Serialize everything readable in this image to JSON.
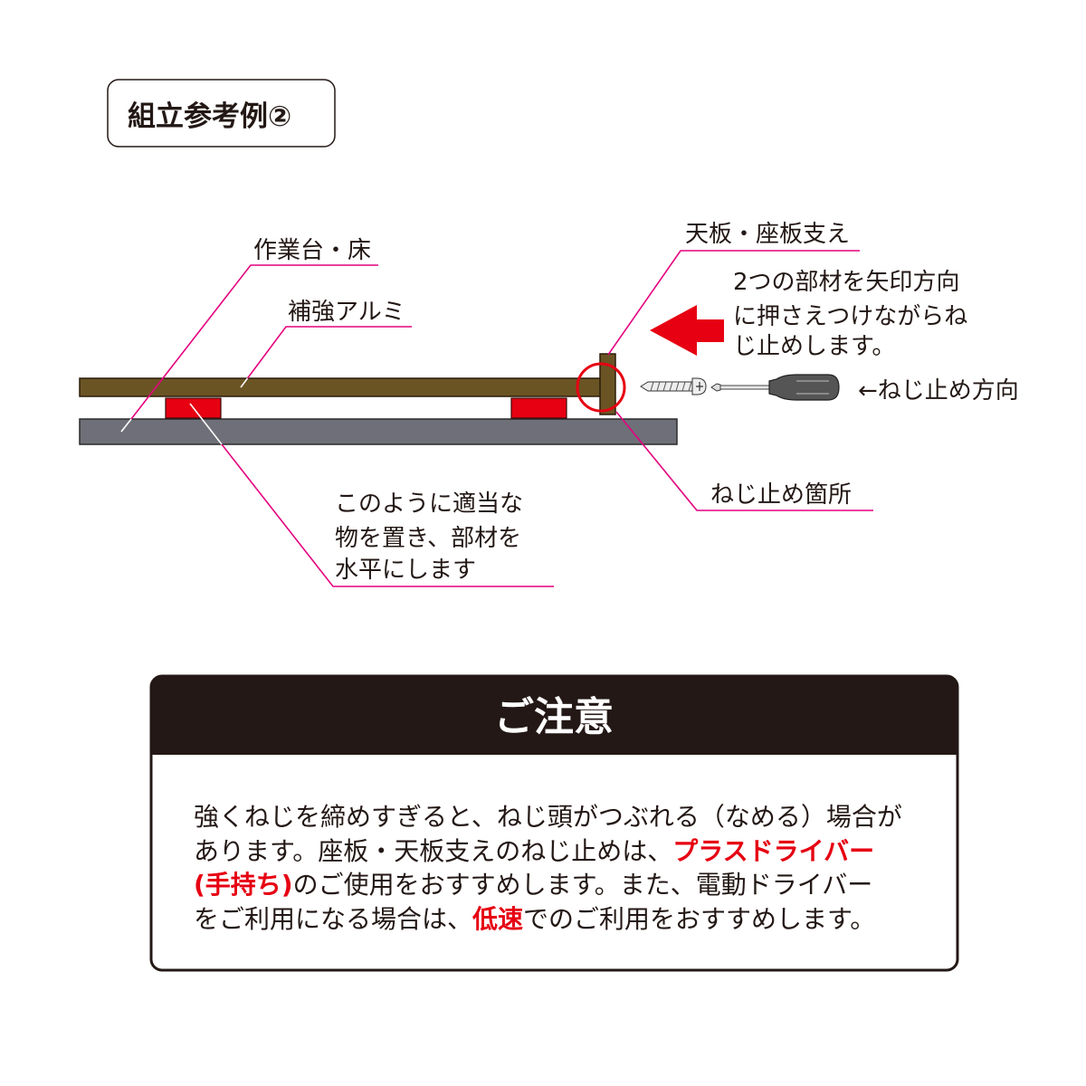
{
  "title_badge": {
    "label": "組立参考例②"
  },
  "diagram": {
    "labels": {
      "work_surface": "作業台・床",
      "reinforcement": "補強アルミ",
      "support": "天板・座板支え",
      "instruction": [
        "2つの部材を矢印方向",
        "に押さえつけながらね",
        "じ止めします。"
      ],
      "screw_direction": "←ねじ止め方向",
      "screw_point": "ねじ止め箇所",
      "leveling_note": [
        "このように適当な",
        "物を置き、部材を",
        "水平にします"
      ]
    },
    "icons": [
      "push-arrow-left-icon",
      "screw-icon",
      "screwdriver-icon"
    ]
  },
  "caution": {
    "heading": "ご注意",
    "lines": [
      [
        "強くねじを締めすぎると、ねじ頭がつぶれる（なめる）場合が"
      ],
      [
        "あります。座板・天板支えのねじ止めは、",
        "プラスドライバー"
      ],
      [
        "(手持ち)",
        "のご使用をおすすめします。また、電動ドライバー"
      ],
      [
        "をご利用になる場合は、",
        "低速",
        "でのご利用をおすすめします。"
      ]
    ]
  },
  "colors": {
    "leader_line": "#e4007f",
    "emphasis": "#e60012",
    "wood": "#6b5424",
    "floor": "#6f6f79",
    "caution_header": "#231815"
  }
}
